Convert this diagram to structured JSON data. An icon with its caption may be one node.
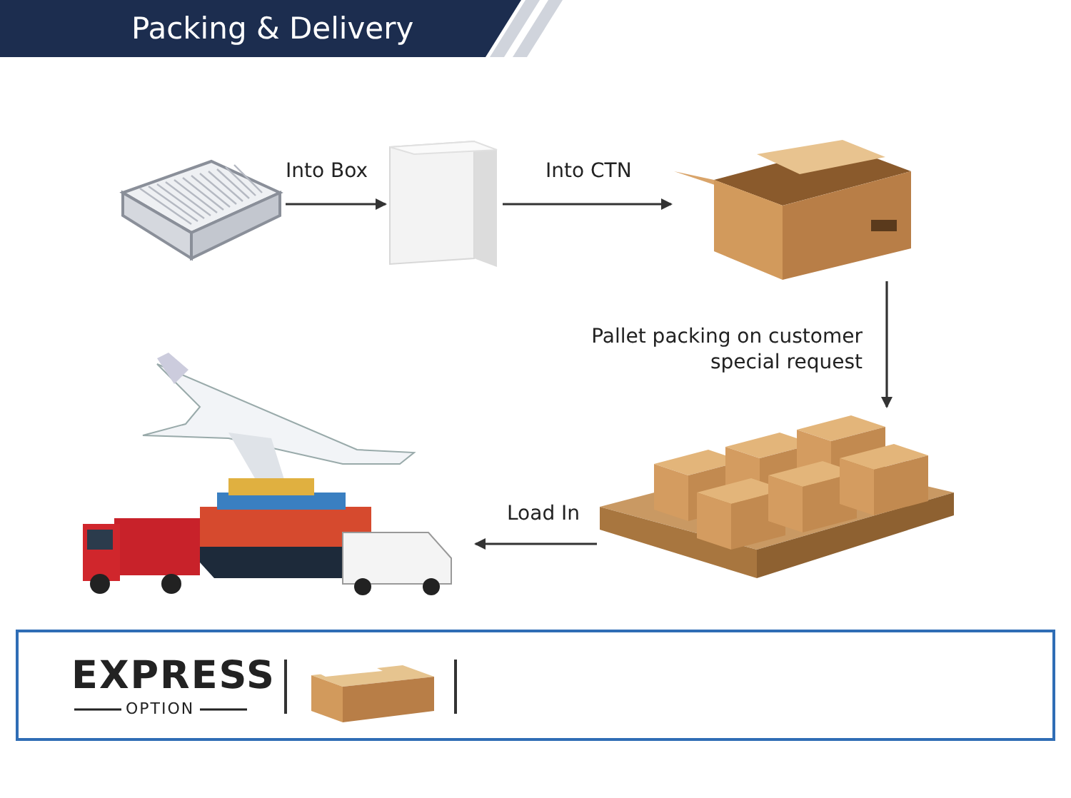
{
  "diagram": {
    "title": "Packing & Delivery",
    "nodes": [
      {
        "text": [],
        "shape": "picture"
      },
      {
        "text": [],
        "shape": "box"
      },
      {
        "text": [],
        "shape": "picture"
      },
      {
        "text": [],
        "shape": "picture"
      },
      {
        "text": [],
        "shape": "picture"
      }
    ],
    "edges": [
      {
        "from": 0,
        "to": 1,
        "arrow": "to",
        "label": "Into Box"
      },
      {
        "from": 1,
        "to": 2,
        "arrow": "to",
        "label": "Into CTN"
      },
      {
        "from": 2,
        "to": 3,
        "arrow": "to",
        "label": "Pallet packing on customer special request"
      },
      {
        "from": 3,
        "to": 4,
        "arrow": "to",
        "label": "Load In"
      }
    ],
    "labels": [
      "EXPRESS",
      "OPTION"
    ]
  }
}
